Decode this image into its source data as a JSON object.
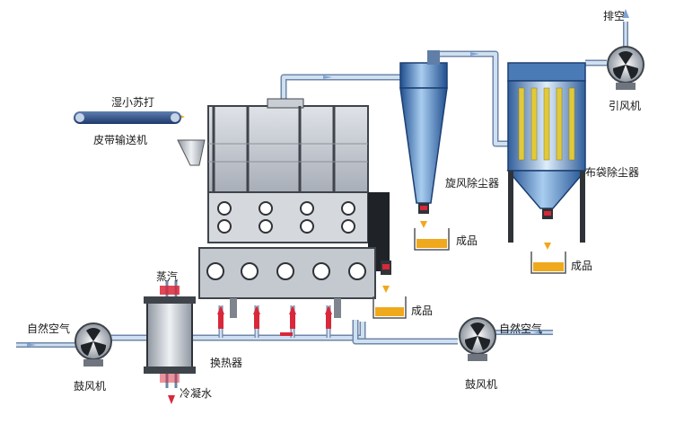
{
  "labels": {
    "exhaust": "排空",
    "induced_fan": "引风机",
    "wet_soda": "湿小苏打",
    "belt_conveyor": "皮带输送机",
    "cyclone": "旋风除尘器",
    "bag_filter": "布袋除尘器",
    "product_cyclone": "成品",
    "product_bag": "成品",
    "product_dryer": "成品",
    "steam": "蒸汽",
    "air_left": "自然空气",
    "air_right": "自然空气",
    "heat_exchanger": "换热器",
    "condensate": "冷凝水",
    "blower_left": "鼓风机",
    "blower_right": "鼓风机"
  },
  "colors": {
    "pipe": "#9fb8d8",
    "pipe_outline": "#6f86a6",
    "arrow_air": "#7fa3d6",
    "arrow_heat": "#d8283a",
    "product": "#f0a81c",
    "machine": "#b9bfc8",
    "machine_dark": "#4a4f57",
    "cyclone_blue": "#4c86c4"
  }
}
